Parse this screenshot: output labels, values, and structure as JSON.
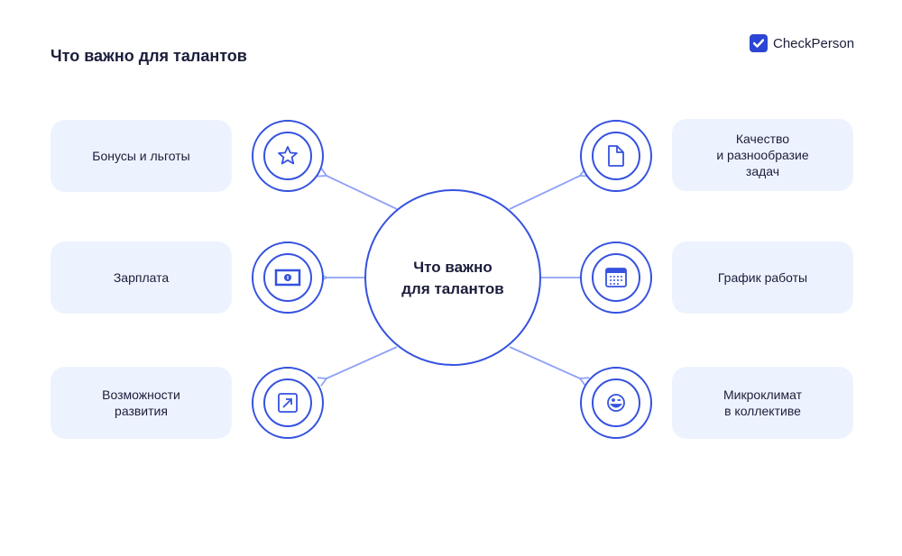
{
  "title": "Что важно для талантов",
  "logo": {
    "text": "CheckPerson"
  },
  "center": {
    "label": "Что важно\nдля талантов"
  },
  "colors": {
    "primary": "#3552e0",
    "arrow": "#8ea2f7",
    "card": "#edf3fe"
  },
  "left_items": [
    {
      "label": "Бонусы и льготы",
      "icon": "star-icon"
    },
    {
      "label": "Зарплата",
      "icon": "banknote-icon"
    },
    {
      "label": "Возможности\nразвития",
      "icon": "arrow-up-right-icon"
    }
  ],
  "right_items": [
    {
      "label": "Качество\nи разнообразие\nзадач",
      "icon": "document-icon"
    },
    {
      "label": "График работы",
      "icon": "calendar-icon"
    },
    {
      "label": "Микроклимат\nв коллективе",
      "icon": "wink-smile-icon"
    }
  ]
}
